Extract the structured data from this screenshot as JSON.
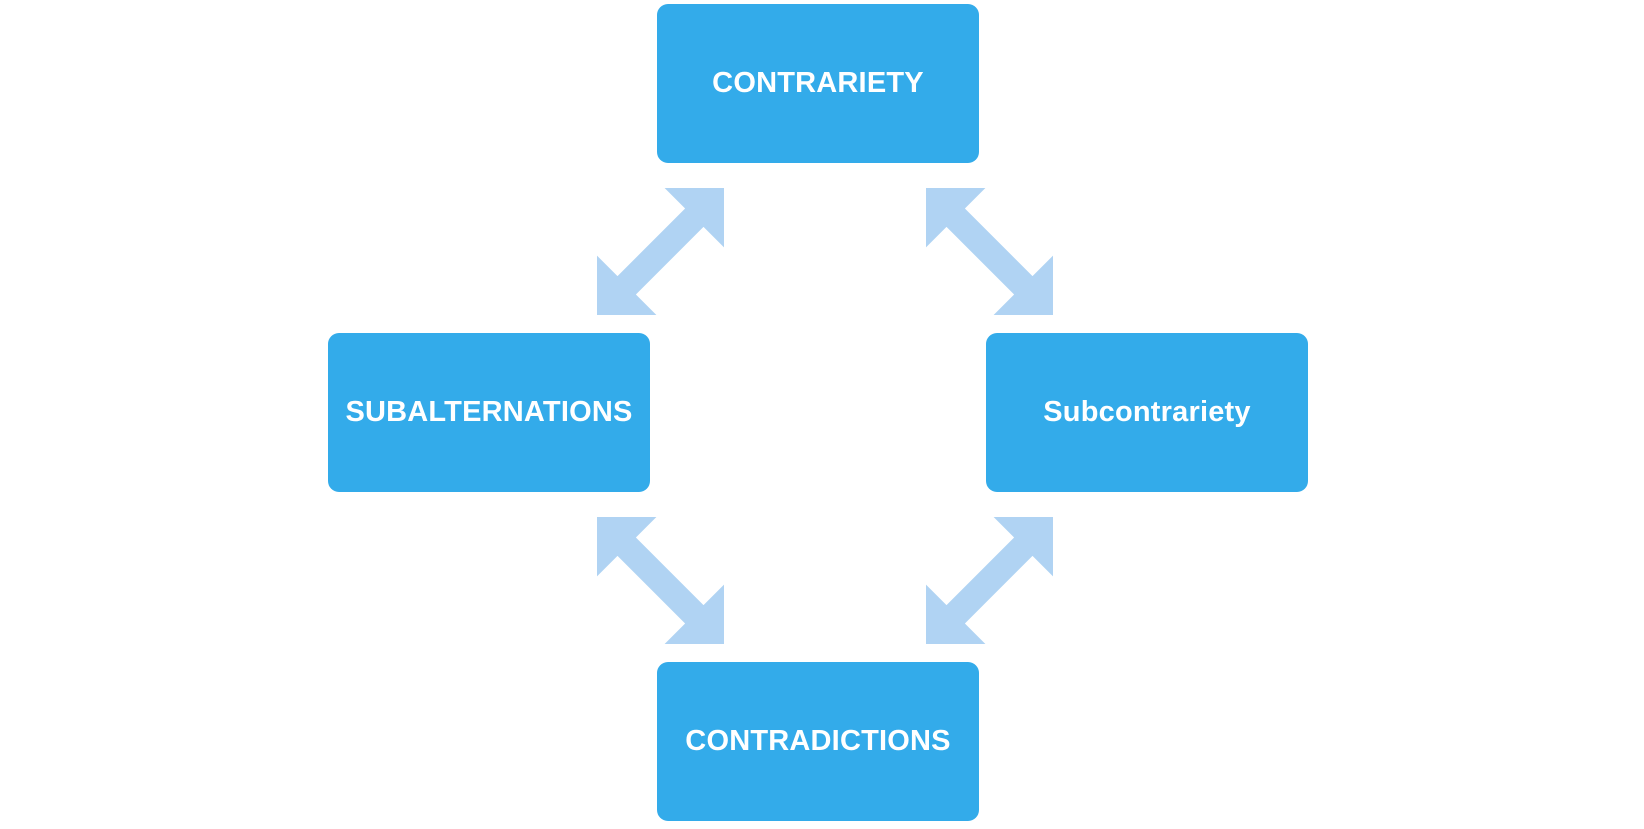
{
  "diagram": {
    "nodes": {
      "top": {
        "label": "CONTRARIETY"
      },
      "left": {
        "label": "SUBALTERNATIONS"
      },
      "right": {
        "label": "Subcontrariety"
      },
      "bottom": {
        "label": "CONTRADICTIONS"
      }
    },
    "colors": {
      "node_fill": "#33abea",
      "node_text": "#ffffff",
      "arrow_fill": "#b0d3f3",
      "background": "#ffffff"
    },
    "edges": [
      {
        "from": "top",
        "to": "left",
        "style": "double-headed-arrow"
      },
      {
        "from": "top",
        "to": "right",
        "style": "double-headed-arrow"
      },
      {
        "from": "left",
        "to": "bottom",
        "style": "double-headed-arrow"
      },
      {
        "from": "right",
        "to": "bottom",
        "style": "double-headed-arrow"
      }
    ]
  }
}
